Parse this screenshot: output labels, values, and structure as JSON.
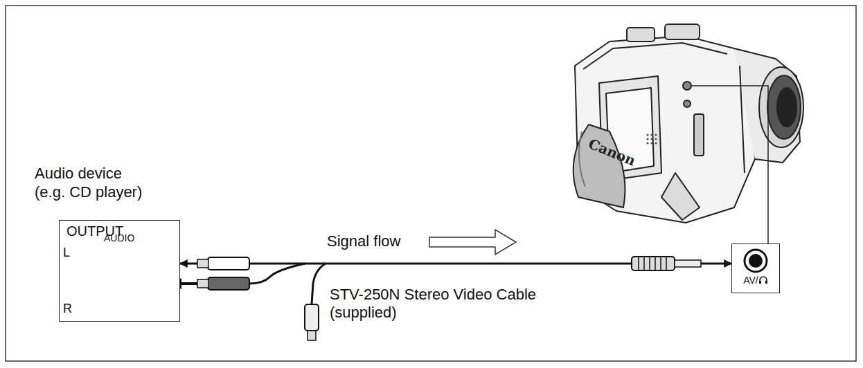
{
  "diagram": {
    "nodes": [
      {
        "text": [
          "Audio device (e.g. CD player)",
          "OUTPUT"
        ]
      },
      {
        "text": [
          "AV/"
        ]
      }
    ],
    "edges": [
      {
        "from": 0,
        "to": 1,
        "arrow": "both"
      }
    ],
    "labels": [
      "AUDIO",
      "L",
      "R",
      "Signal flow",
      "STV-250N Stereo Video Cable (supplied)",
      "Canon"
    ]
  }
}
